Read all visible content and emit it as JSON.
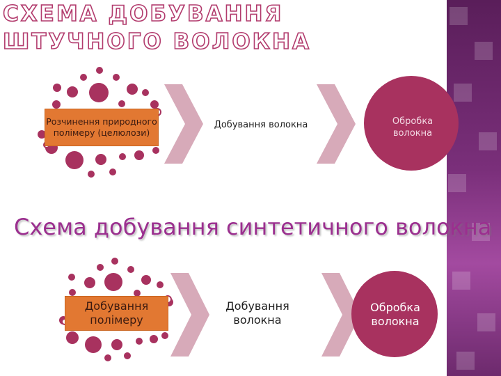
{
  "slide": {
    "title": "Схема добування штучного волокна",
    "subtitle": "Схема добування синтетичного волокна"
  },
  "artificial_flow": {
    "step1": "Розчинення природного полімеру (целюлози)",
    "step2": "Добування волокна",
    "step3": "Обробка волокна"
  },
  "synthetic_flow": {
    "step1": "Добування полімеру",
    "step2": "Добування волокна",
    "step3": "Обробка волокна"
  },
  "colors": {
    "title_outline": "#b23b6d",
    "dot": "#a8325f",
    "label_box": "#e27832",
    "chevron": "#d7aab9",
    "circle": "#a8325f",
    "subtitle": "#9b2f8f",
    "right_panel": "#7a2f7a"
  }
}
